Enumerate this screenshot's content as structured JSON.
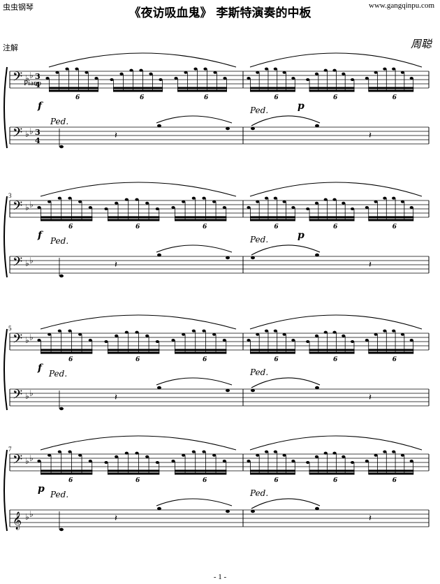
{
  "header": {
    "site_left": "虫虫钢琴",
    "site_right": "www.gangqinpu.com",
    "title": "《夜访吸血鬼》 李斯特演奏的中板",
    "annotation": "注解",
    "composer": "周聪"
  },
  "score": {
    "instrument": "Piano",
    "time_signature": [
      "3",
      "4"
    ],
    "systems": [
      {
        "measures": [
          1,
          2
        ],
        "measure_numbers": [
          "",
          ""
        ],
        "dynamics": [
          "f",
          "p"
        ],
        "pedal": "Ped.",
        "tuplet": "6"
      },
      {
        "measures": [
          3,
          4
        ],
        "measure_numbers": [
          "3",
          ""
        ],
        "dynamics": [
          "f",
          "p"
        ],
        "pedal": "Ped.",
        "tuplet": "6"
      },
      {
        "measures": [
          5,
          6
        ],
        "measure_numbers": [
          "5",
          ""
        ],
        "dynamics": [
          "f",
          ""
        ],
        "pedal": "Ped.",
        "tuplet": "6"
      },
      {
        "measures": [
          7,
          8
        ],
        "measure_numbers": [
          "7",
          ""
        ],
        "dynamics": [
          "p",
          ""
        ],
        "pedal": "Ped.",
        "tuplet": "6"
      }
    ]
  },
  "footer": {
    "page_number": "- 1 -"
  }
}
